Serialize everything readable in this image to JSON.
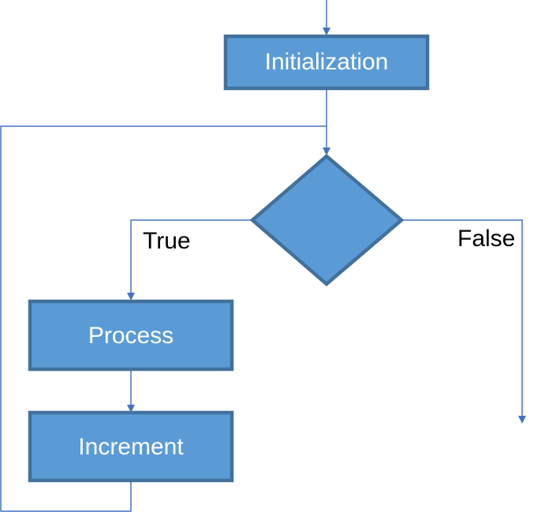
{
  "nodes": {
    "initialization": {
      "label": "Initialization",
      "shape": "process"
    },
    "condition": {
      "label": "",
      "shape": "decision"
    },
    "process": {
      "label": "Process",
      "shape": "process"
    },
    "increment": {
      "label": "Increment",
      "shape": "process"
    }
  },
  "edges": {
    "true_label": "True",
    "false_label": "False"
  },
  "colors": {
    "node_fill": "#5b9bd5",
    "node_border": "#41719c",
    "connector": "#4472c4",
    "node_text": "#ffffff",
    "edge_text": "#000000"
  }
}
